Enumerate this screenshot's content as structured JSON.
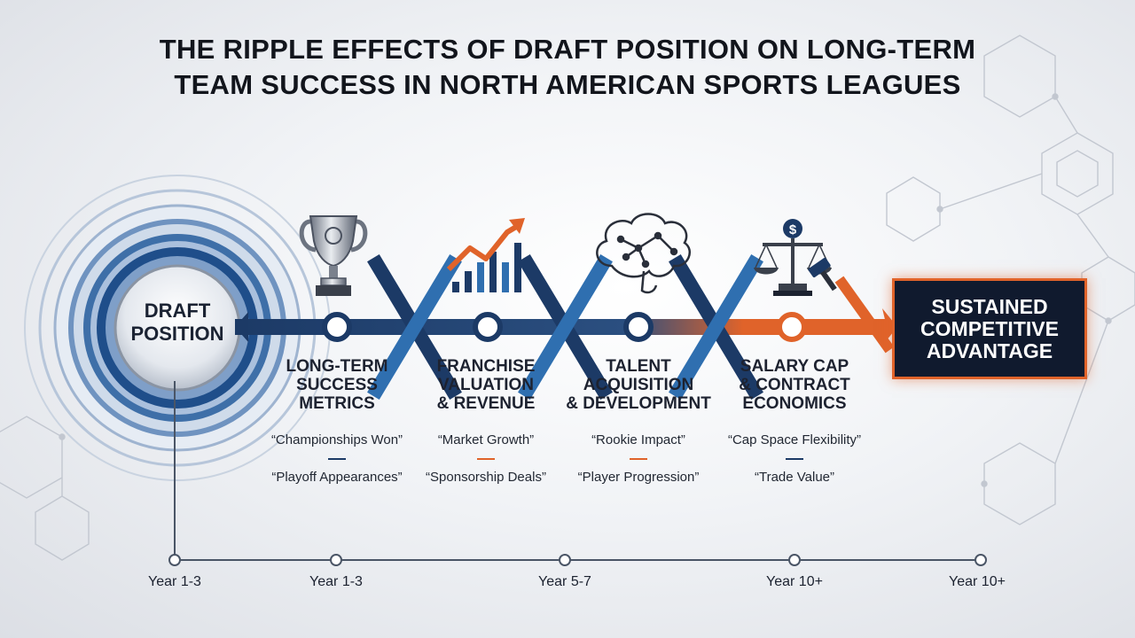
{
  "title": {
    "line1": "THE RIPPLE EFFECTS OF DRAFT POSITION ON LONG-TERM",
    "line2": "TEAM SUCCESS IN NORTH AMERICAN SPORTS LEAGUES"
  },
  "hub": {
    "label": "DRAFT\nPOSITION"
  },
  "stages": [
    {
      "name": "LONG-TERM\nSUCCESS\nMETRICS",
      "icon": "trophy-icon",
      "metrics": [
        "“Championships Won”",
        "“Playoff Appearances”"
      ]
    },
    {
      "name": "FRANCHISE\nVALUATION\n& REVENUE",
      "icon": "growth-chart-icon",
      "metrics": [
        "“Market Growth”",
        "“Sponsorship Deals”"
      ]
    },
    {
      "name": "TALENT\nACQUISITION\n& DEVELOPMENT",
      "icon": "brain-icon",
      "metrics": [
        "“Rookie Impact”",
        "“Player Progression”"
      ]
    },
    {
      "name": "SALARY CAP\n& CONTRACT\nECONOMICS",
      "icon": "scales-gavel-icon",
      "metrics": [
        "“Cap Space Flexibility”",
        "“Trade Value”"
      ]
    }
  ],
  "outcome": {
    "label": "SUSTAINED\nCOMPETITIVE\nADVANTAGE"
  },
  "timeline": [
    "Year 1-3",
    "Year 1-3",
    "Year 5-7",
    "Year 10+",
    "Year 10+"
  ],
  "colors": {
    "navy": "#1c3a66",
    "blue": "#2f6fb0",
    "orange": "#e0632a",
    "dark": "#101a2e"
  }
}
